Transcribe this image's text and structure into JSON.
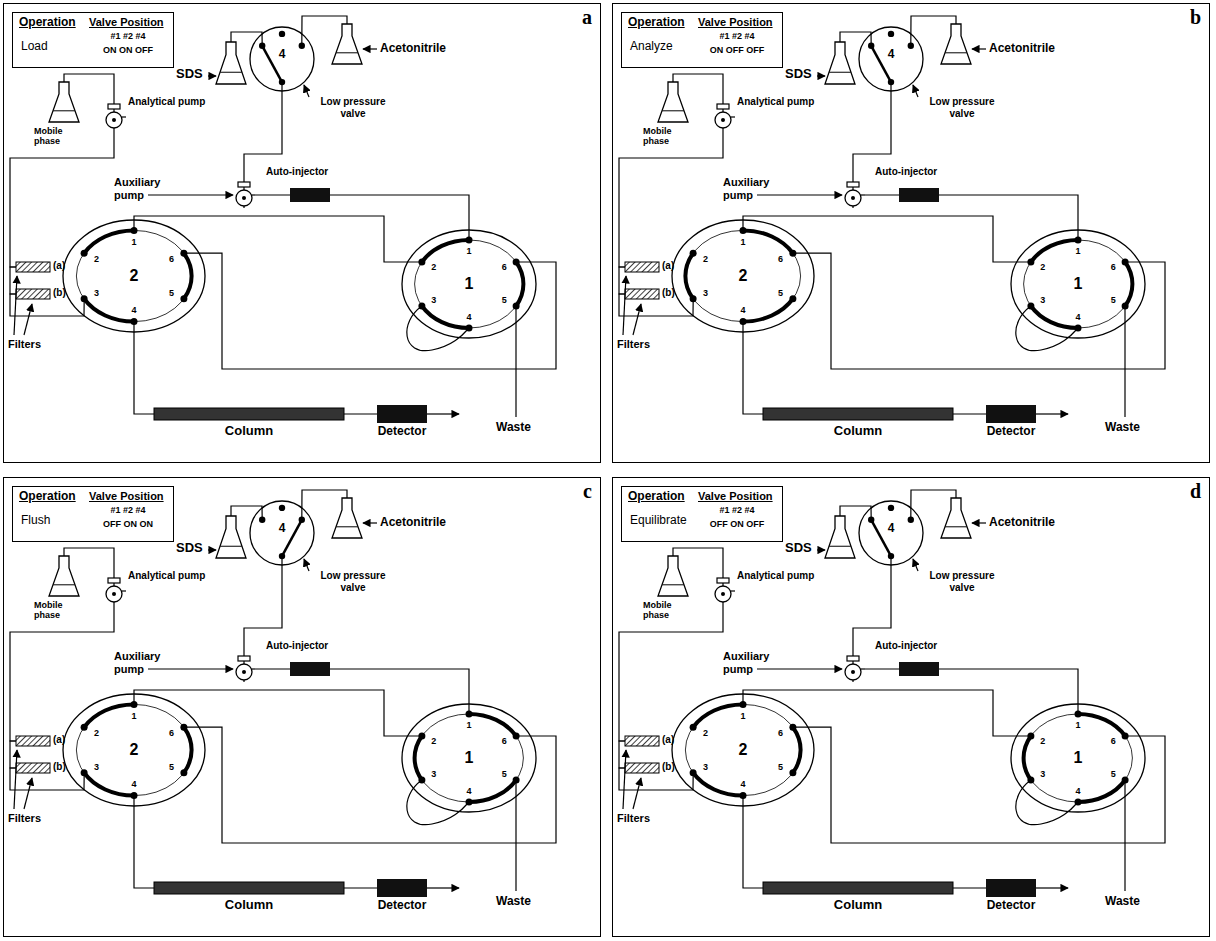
{
  "diagram": {
    "nodes": [
      {
        "text": [
          "a"
        ]
      },
      {
        "text": [
          "Operation",
          "Valve Position",
          "#1 #2 #4",
          "Load",
          "ON ON OFF"
        ],
        "in": 0
      },
      {
        "text": [
          "SDS"
        ],
        "in": 0
      },
      {
        "text": [
          "4",
          "Low pressure valve"
        ],
        "in": 0
      },
      {
        "text": [
          "Acetonitrile"
        ],
        "in": 0
      },
      {
        "text": [
          "Mobile phase"
        ],
        "in": 0
      },
      {
        "text": [
          "Analytical pump"
        ],
        "in": 0
      },
      {
        "text": [
          "Auxiliary pump"
        ],
        "in": 0
      },
      {
        "text": [
          "Auto-injector"
        ],
        "in": 0
      },
      {
        "text": [
          "2",
          "1",
          "2",
          "3",
          "4",
          "5",
          "6"
        ],
        "in": 0
      },
      {
        "text": [
          "1",
          "1",
          "2",
          "3",
          "4",
          "5",
          "6"
        ],
        "in": 0
      },
      {
        "text": [
          "(a)"
        ],
        "in": 0
      },
      {
        "text": [
          "(b)"
        ],
        "in": 0
      },
      {
        "text": [
          "Column"
        ],
        "in": 0
      },
      {
        "text": [
          "Detector"
        ],
        "in": 0
      },
      {
        "text": [
          "b"
        ]
      },
      {
        "text": [
          "Operation",
          "Valve Position",
          "#1 #2 #4",
          "Analyze",
          "ON OFF OFF"
        ],
        "in": 15
      },
      {
        "text": [
          "SDS"
        ],
        "in": 15
      },
      {
        "text": [
          "4",
          "Low pressure valve"
        ],
        "in": 15
      },
      {
        "text": [
          "Acetonitrile"
        ],
        "in": 15
      },
      {
        "text": [
          "Mobile phase"
        ],
        "in": 15
      },
      {
        "text": [
          "Analytical pump"
        ],
        "in": 15
      },
      {
        "text": [
          "Auxiliary pump"
        ],
        "in": 15
      },
      {
        "text": [
          "Auto-injector"
        ],
        "in": 15
      },
      {
        "text": [
          "2",
          "1",
          "2",
          "3",
          "4",
          "5",
          "6"
        ],
        "in": 15
      },
      {
        "text": [
          "1",
          "1",
          "2",
          "3",
          "4",
          "5",
          "6"
        ],
        "in": 15
      },
      {
        "text": [
          "(a)"
        ],
        "in": 15
      },
      {
        "text": [
          "(b)"
        ],
        "in": 15
      },
      {
        "text": [
          "Column"
        ],
        "in": 15
      },
      {
        "text": [
          "Detector"
        ],
        "in": 15
      },
      {
        "text": [
          "c"
        ]
      },
      {
        "text": [
          "Operation",
          "Valve Position",
          "#1 #2 #4",
          "Flush",
          "OFF ON ON"
        ],
        "in": 30
      },
      {
        "text": [
          "SDS"
        ],
        "in": 30
      },
      {
        "text": [
          "4",
          "Low pressure valve"
        ],
        "in": 30
      },
      {
        "text": [
          "Acetonitrile"
        ],
        "in": 30
      },
      {
        "text": [
          "Mobile phase"
        ],
        "in": 30
      },
      {
        "text": [
          "Analytical pump"
        ],
        "in": 30
      },
      {
        "text": [
          "Auxiliary pump"
        ],
        "in": 30
      },
      {
        "text": [
          "Auto-injector"
        ],
        "in": 30
      },
      {
        "text": [
          "2",
          "1",
          "2",
          "3",
          "4",
          "5",
          "6"
        ],
        "in": 30
      },
      {
        "text": [
          "1",
          "1",
          "2",
          "3",
          "4",
          "5",
          "6"
        ],
        "in": 30
      },
      {
        "text": [
          "(a)"
        ],
        "in": 30
      },
      {
        "text": [
          "(b)"
        ],
        "in": 30
      },
      {
        "text": [
          "Column"
        ],
        "in": 30
      },
      {
        "text": [
          "Detector"
        ],
        "in": 30
      },
      {
        "text": [
          "d"
        ]
      },
      {
        "text": [
          "Operation",
          "Valve Position",
          "#1 #2 #4",
          "Equilibrate",
          "OFF ON OFF"
        ],
        "in": 45
      },
      {
        "text": [
          "SDS"
        ],
        "in": 45
      },
      {
        "text": [
          "4",
          "Low pressure valve"
        ],
        "in": 45
      },
      {
        "text": [
          "Acetonitrile"
        ],
        "in": 45
      },
      {
        "text": [
          "Mobile phase"
        ],
        "in": 45
      },
      {
        "text": [
          "Analytical pump"
        ],
        "in": 45
      },
      {
        "text": [
          "Auxiliary pump"
        ],
        "in": 45
      },
      {
        "text": [
          "Auto-injector"
        ],
        "in": 45
      },
      {
        "text": [
          "2",
          "1",
          "2",
          "3",
          "4",
          "5",
          "6"
        ],
        "in": 45
      },
      {
        "text": [
          "1",
          "1",
          "2",
          "3",
          "4",
          "5",
          "6"
        ],
        "in": 45
      },
      {
        "text": [
          "(a)"
        ],
        "in": 45
      },
      {
        "text": [
          "(b)"
        ],
        "in": 45
      },
      {
        "text": [
          "Column"
        ],
        "in": 45
      },
      {
        "text": [
          "Detector"
        ],
        "in": 45
      }
    ],
    "edges": [
      {
        "from": 2,
        "to": 3,
        "arrow": "none"
      },
      {
        "from": 4,
        "to": 3,
        "arrow": "none"
      },
      {
        "from": 3,
        "to": 7,
        "arrow": "none"
      },
      {
        "from": 7,
        "to": 8,
        "arrow": "none"
      },
      {
        "from": 8,
        "to": 10,
        "arrow": "none"
      },
      {
        "from": 5,
        "to": 6,
        "arrow": "none"
      },
      {
        "from": 6,
        "to": 11,
        "arrow": "none"
      },
      {
        "from": 11,
        "to": 12,
        "arrow": "none"
      },
      {
        "from": 12,
        "to": 9,
        "arrow": "none"
      },
      {
        "from": 9,
        "to": 13,
        "arrow": "none"
      },
      {
        "from": 13,
        "to": 14,
        "arrow": "none"
      },
      {
        "from": 9,
        "to": 10,
        "arrow": "none"
      },
      {
        "from": 9,
        "to": 10,
        "arrow": "none"
      },
      {
        "from": 17,
        "to": 18,
        "arrow": "none"
      },
      {
        "from": 19,
        "to": 18,
        "arrow": "none"
      },
      {
        "from": 18,
        "to": 22,
        "arrow": "none"
      },
      {
        "from": 22,
        "to": 23,
        "arrow": "none"
      },
      {
        "from": 23,
        "to": 25,
        "arrow": "none"
      },
      {
        "from": 20,
        "to": 21,
        "arrow": "none"
      },
      {
        "from": 21,
        "to": 26,
        "arrow": "none"
      },
      {
        "from": 26,
        "to": 27,
        "arrow": "none"
      },
      {
        "from": 27,
        "to": 24,
        "arrow": "none"
      },
      {
        "from": 24,
        "to": 28,
        "arrow": "none"
      },
      {
        "from": 28,
        "to": 29,
        "arrow": "none"
      },
      {
        "from": 24,
        "to": 25,
        "arrow": "none"
      },
      {
        "from": 24,
        "to": 25,
        "arrow": "none"
      },
      {
        "from": 32,
        "to": 33,
        "arrow": "none"
      },
      {
        "from": 34,
        "to": 33,
        "arrow": "none"
      },
      {
        "from": 33,
        "to": 37,
        "arrow": "none"
      },
      {
        "from": 37,
        "to": 38,
        "arrow": "none"
      },
      {
        "from": 38,
        "to": 40,
        "arrow": "none"
      },
      {
        "from": 35,
        "to": 36,
        "arrow": "none"
      },
      {
        "from": 36,
        "to": 41,
        "arrow": "none"
      },
      {
        "from": 41,
        "to": 42,
        "arrow": "none"
      },
      {
        "from": 42,
        "to": 39,
        "arrow": "none"
      },
      {
        "from": 39,
        "to": 43,
        "arrow": "none"
      },
      {
        "from": 43,
        "to": 44,
        "arrow": "none"
      },
      {
        "from": 39,
        "to": 40,
        "arrow": "none"
      },
      {
        "from": 39,
        "to": 40,
        "arrow": "none"
      },
      {
        "from": 47,
        "to": 48,
        "arrow": "none"
      },
      {
        "from": 49,
        "to": 48,
        "arrow": "none"
      },
      {
        "from": 48,
        "to": 52,
        "arrow": "none"
      },
      {
        "from": 52,
        "to": 53,
        "arrow": "none"
      },
      {
        "from": 53,
        "to": 55,
        "arrow": "none"
      },
      {
        "from": 50,
        "to": 51,
        "arrow": "none"
      },
      {
        "from": 51,
        "to": 56,
        "arrow": "none"
      },
      {
        "from": 56,
        "to": 57,
        "arrow": "none"
      },
      {
        "from": 57,
        "to": 54,
        "arrow": "none"
      },
      {
        "from": 54,
        "to": 58,
        "arrow": "none"
      },
      {
        "from": 58,
        "to": 59,
        "arrow": "none"
      },
      {
        "from": 54,
        "to": 55,
        "arrow": "none"
      },
      {
        "from": 54,
        "to": 55,
        "arrow": "none"
      }
    ],
    "labels": [
      "Filters",
      "Waste",
      "Filters",
      "Waste",
      "Filters",
      "Waste",
      "Filters",
      "Waste"
    ]
  }
}
